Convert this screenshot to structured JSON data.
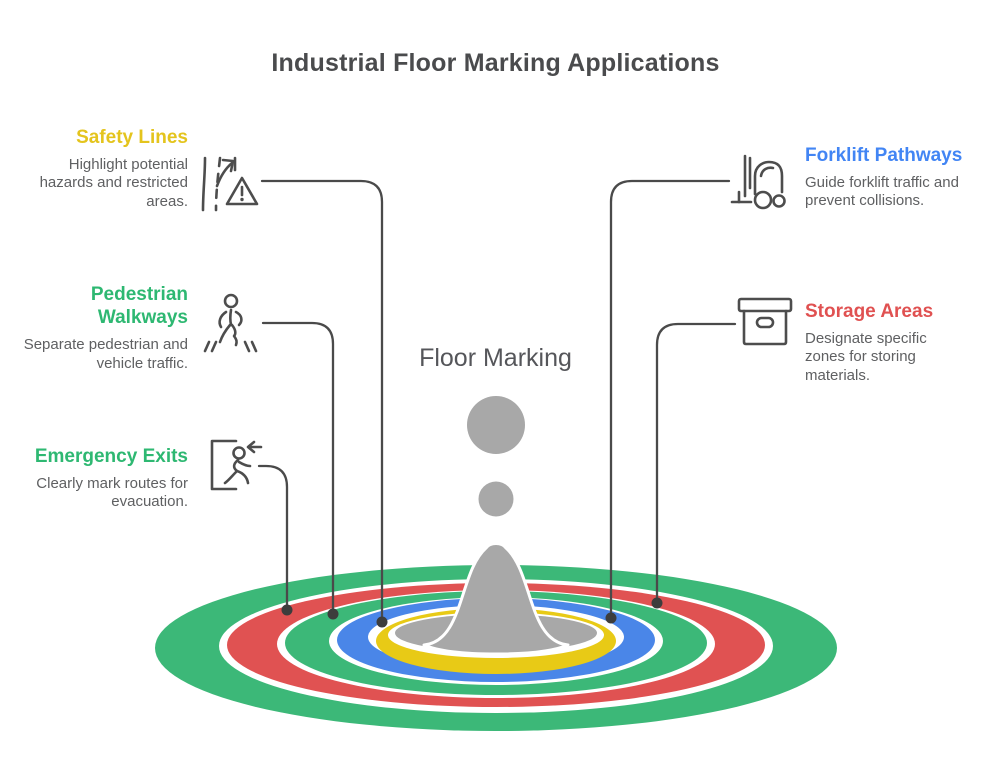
{
  "title": "Industrial Floor Marking Applications",
  "center_label": "Floor Marking",
  "items": [
    {
      "heading": "Safety Lines",
      "description": "Highlight potential hazards and restricted areas.",
      "color": "#e4c41d",
      "icon": "road-hazard-icon"
    },
    {
      "heading": "Pedestrian Walkways",
      "description": "Separate pedestrian and vehicle traffic.",
      "color": "#2eb872",
      "icon": "pedestrian-walk-icon"
    },
    {
      "heading": "Emergency Exits",
      "description": "Clearly mark routes for evacuation.",
      "color": "#2eb872",
      "icon": "emergency-exit-icon"
    },
    {
      "heading": "Forklift Pathways",
      "description": "Guide forklift traffic and prevent collisions.",
      "color": "#4285f4",
      "icon": "forklift-icon"
    },
    {
      "heading": "Storage Areas",
      "description": "Designate specific zones for storing materials.",
      "color": "#e05151",
      "icon": "storage-box-icon"
    }
  ],
  "rings": {
    "outer_green": "#3cb878",
    "red": "#e05252",
    "inner_green": "#3cb878",
    "blue": "#4a86e8",
    "yellow": "#e8ca16",
    "center_gray": "#a8a8a8",
    "gap_white": "#ffffff"
  },
  "splash": {
    "drop_color": "#a8a8a8"
  },
  "connector": {
    "line_color": "#4a4a4a",
    "dot_color": "#3d3d3d"
  },
  "icon_color": "#4d4d4d",
  "title_color": "#4a4b4d",
  "body_text_color": "#5f6062"
}
